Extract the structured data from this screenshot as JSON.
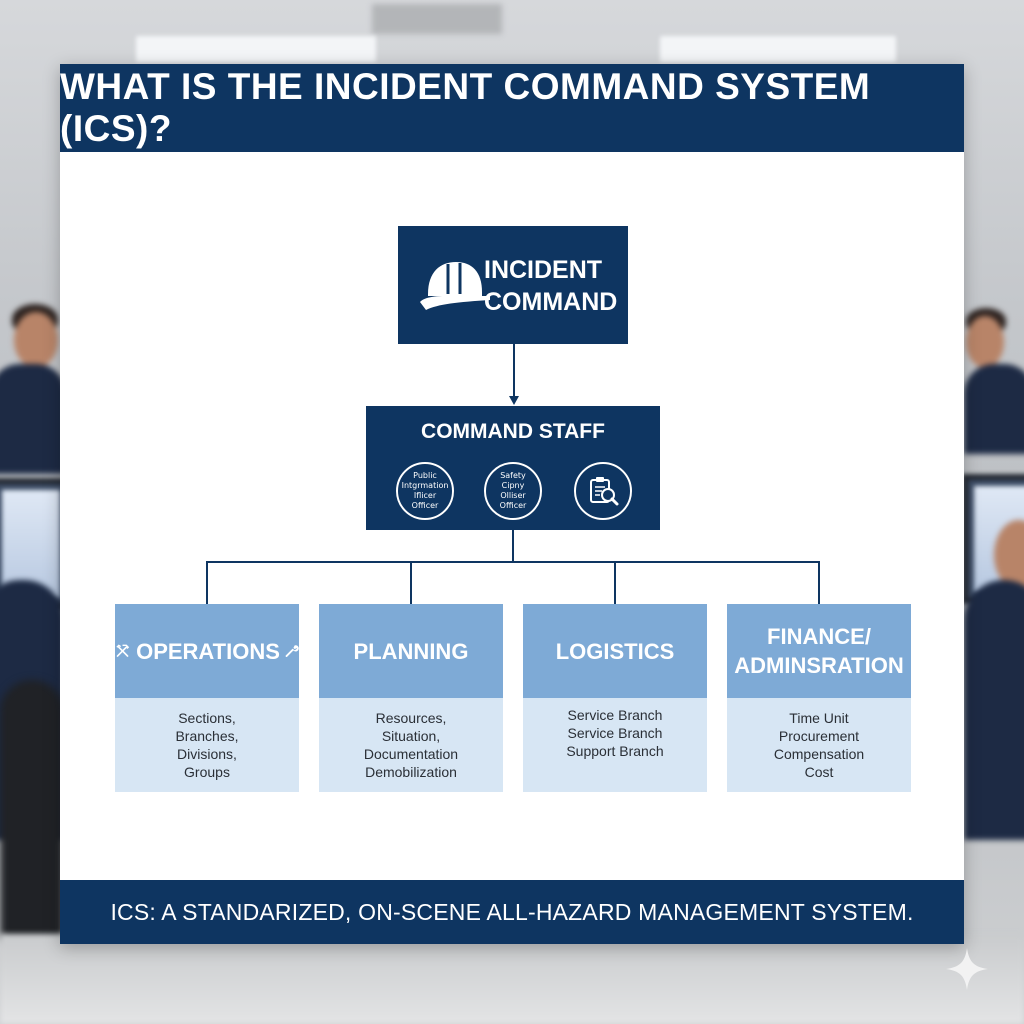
{
  "title": "WHAT IS THE INCIDENT COMMAND SYSTEM (ICS)?",
  "incident_command": {
    "line1": "INCIDENT",
    "line2": "COMMAND",
    "icon": "helmet-icon"
  },
  "command_staff": {
    "title": "COMMAND STAFF",
    "officers": [
      {
        "lines": [
          "Public",
          "Intgrmation",
          "Iflicer",
          "Officer"
        ]
      },
      {
        "lines": [
          "Safety",
          "Cipny",
          "Olliser",
          "Officer"
        ]
      },
      {
        "icon": "clipboard-search-icon"
      }
    ]
  },
  "sections": [
    {
      "label": "OPERATIONS",
      "label_lines": [
        "OPERATIONS"
      ],
      "items": [
        "Sections,",
        "Branches,",
        "Divisions,",
        "Groups"
      ],
      "icons": [
        "hammer-pick-icon",
        "wrench-icon"
      ]
    },
    {
      "label": "PLANNING",
      "label_lines": [
        "PLANNING"
      ],
      "items": [
        "Resources,",
        "Situation,",
        "Documentation",
        "Demobilization"
      ]
    },
    {
      "label": "LOGISTICS",
      "label_lines": [
        "LOGISTICS"
      ],
      "items": [
        "Service Branch",
        "Service Branch",
        "Support Branch"
      ]
    },
    {
      "label": "FINANCE/ ADMINSRATION",
      "label_lines": [
        "FINANCE/",
        "ADMINSRATION"
      ],
      "items": [
        "Time Unit",
        "Procurement",
        "Compensation",
        "Cost"
      ]
    }
  ],
  "footer": "ICS: A STANDARIZED, ON-SCENE ALL-HAZARD MANAGEMENT SYSTEM.",
  "colors": {
    "navy": "#0e3561",
    "section_header": "#7eaad6",
    "section_body": "#d7e6f4",
    "card": "#ffffff"
  }
}
